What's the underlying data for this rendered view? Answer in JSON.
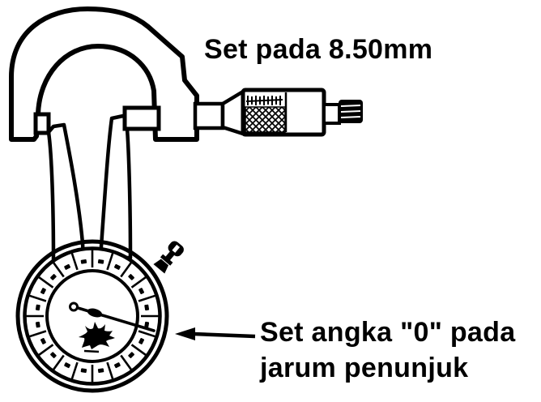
{
  "figure": {
    "kind": "technical-line-drawing",
    "colors": {
      "ink": "#000000",
      "paper": "#ffffff"
    },
    "labels": {
      "set_reading": "Set pada 8.50mm",
      "zero_line1": "Set angka \"0\" pada",
      "zero_line2": "jarum penunjuk"
    },
    "parts": [
      "micrometer-frame",
      "micrometer-anvil",
      "micrometer-spindle-tip",
      "micrometer-shaft",
      "micrometer-thimble",
      "thimble-knurling",
      "thimble-scale-ticks",
      "ratchet-stop",
      "caliper-leg-left",
      "caliper-leg-right",
      "dial-gauge-bezel",
      "dial-face",
      "dial-tick-ring",
      "pointer-needle",
      "needle-tail-loop",
      "bezel-clamp-knob",
      "ink-smudge",
      "leader-arrow"
    ],
    "dial": {
      "major_tick_count": 20
    }
  }
}
